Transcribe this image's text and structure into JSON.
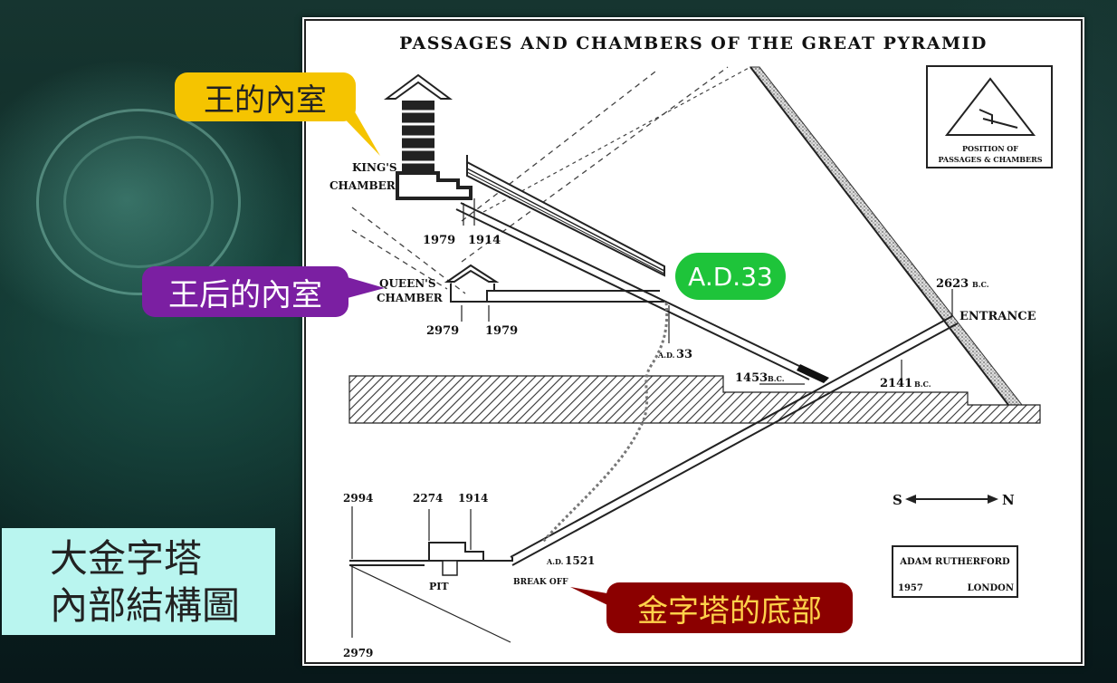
{
  "diagram": {
    "title": "PASSAGES AND CHAMBERS OF THE GREAT PYRAMID",
    "inset_caption_line1": "POSITION OF",
    "inset_caption_line2": "PASSAGES & CHAMBERS",
    "labels": {
      "kings_chamber_1": "KING'S",
      "kings_chamber_2": "CHAMBER",
      "queens_chamber_1": "QUEEN'S",
      "queens_chamber_2": "CHAMBER",
      "entrance": "ENTRANCE",
      "pit": "PIT",
      "break_off": "BREAK OFF",
      "compass_s": "S",
      "compass_n": "N",
      "credit_name": "ADAM RUTHERFORD",
      "credit_year": "1957",
      "credit_city": "LONDON"
    },
    "dates": {
      "k1979": "1979",
      "k1914": "1914",
      "q2979": "2979",
      "q1979": "1979",
      "ad33_prefix": "A.D.",
      "ad33_value": "33",
      "bc1453": "1453",
      "bc1453_suffix": "B.C.",
      "bc2141": "2141",
      "bc2141_suffix": "B.C.",
      "bc2623": "2623",
      "bc2623_suffix": "B.C.",
      "d2994": "2994",
      "d2274": "2274",
      "d1914": "1914",
      "ad1521_prefix": "A.D.",
      "ad1521_value": "1521",
      "d2979_bottom": "2979"
    }
  },
  "callouts": {
    "kings": "王的內室",
    "queens": "王后的內室",
    "ad33": "A.D.33",
    "base": "金字塔的底部"
  },
  "title_box": {
    "line1": "大金字塔",
    "line2": "內部結構圖"
  },
  "colors": {
    "kings": "#f5c400",
    "queens": "#7b1fa2",
    "ad33": "#1ec43a",
    "base": "#8b0000",
    "title_box": "#b9f5ef"
  }
}
